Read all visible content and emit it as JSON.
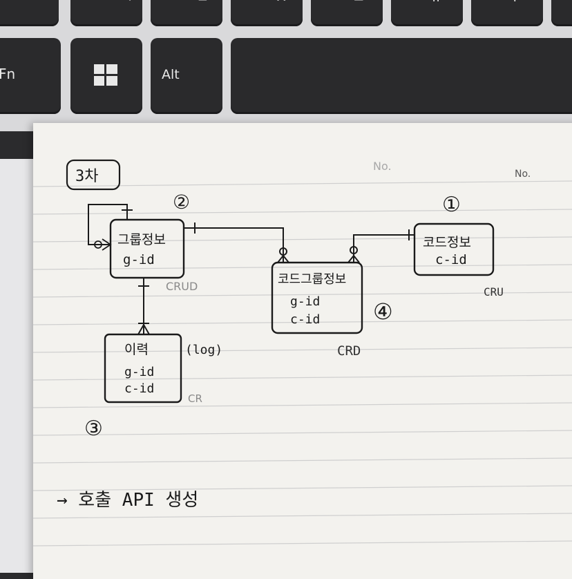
{
  "keyboard": {
    "fn_label": "Fn",
    "windows_icon": "windows-logo-icon",
    "alt_label": "Alt",
    "top_keys": [
      "ㅋ",
      "ㅌ",
      "ㅊ",
      "ㅍ",
      "ㅠ",
      "ㅜ"
    ]
  },
  "note": {
    "title": "3차",
    "no_label": "No.",
    "markers": [
      "②",
      "①",
      "③",
      "④"
    ],
    "entities": {
      "group_info": {
        "name": "그룹정보",
        "attrs": [
          "g-id"
        ],
        "perm": "CRUD"
      },
      "code_info": {
        "name": "코드정보",
        "attrs": [
          "c-id"
        ],
        "perm": "CRU"
      },
      "code_group_info": {
        "name": "코드그룹정보",
        "attrs": [
          "g-id",
          "c-id"
        ],
        "perm": "CRD"
      },
      "history": {
        "name": "이력",
        "attrs": [
          "g-id",
          "c-id"
        ],
        "perm": "CR",
        "extra": "(log)"
      }
    },
    "footer": "→ 호출 API 생성",
    "colors": {
      "ink": "#1a1a1a",
      "paper": "#f3f2ee",
      "line": "#c9c9c9"
    }
  }
}
